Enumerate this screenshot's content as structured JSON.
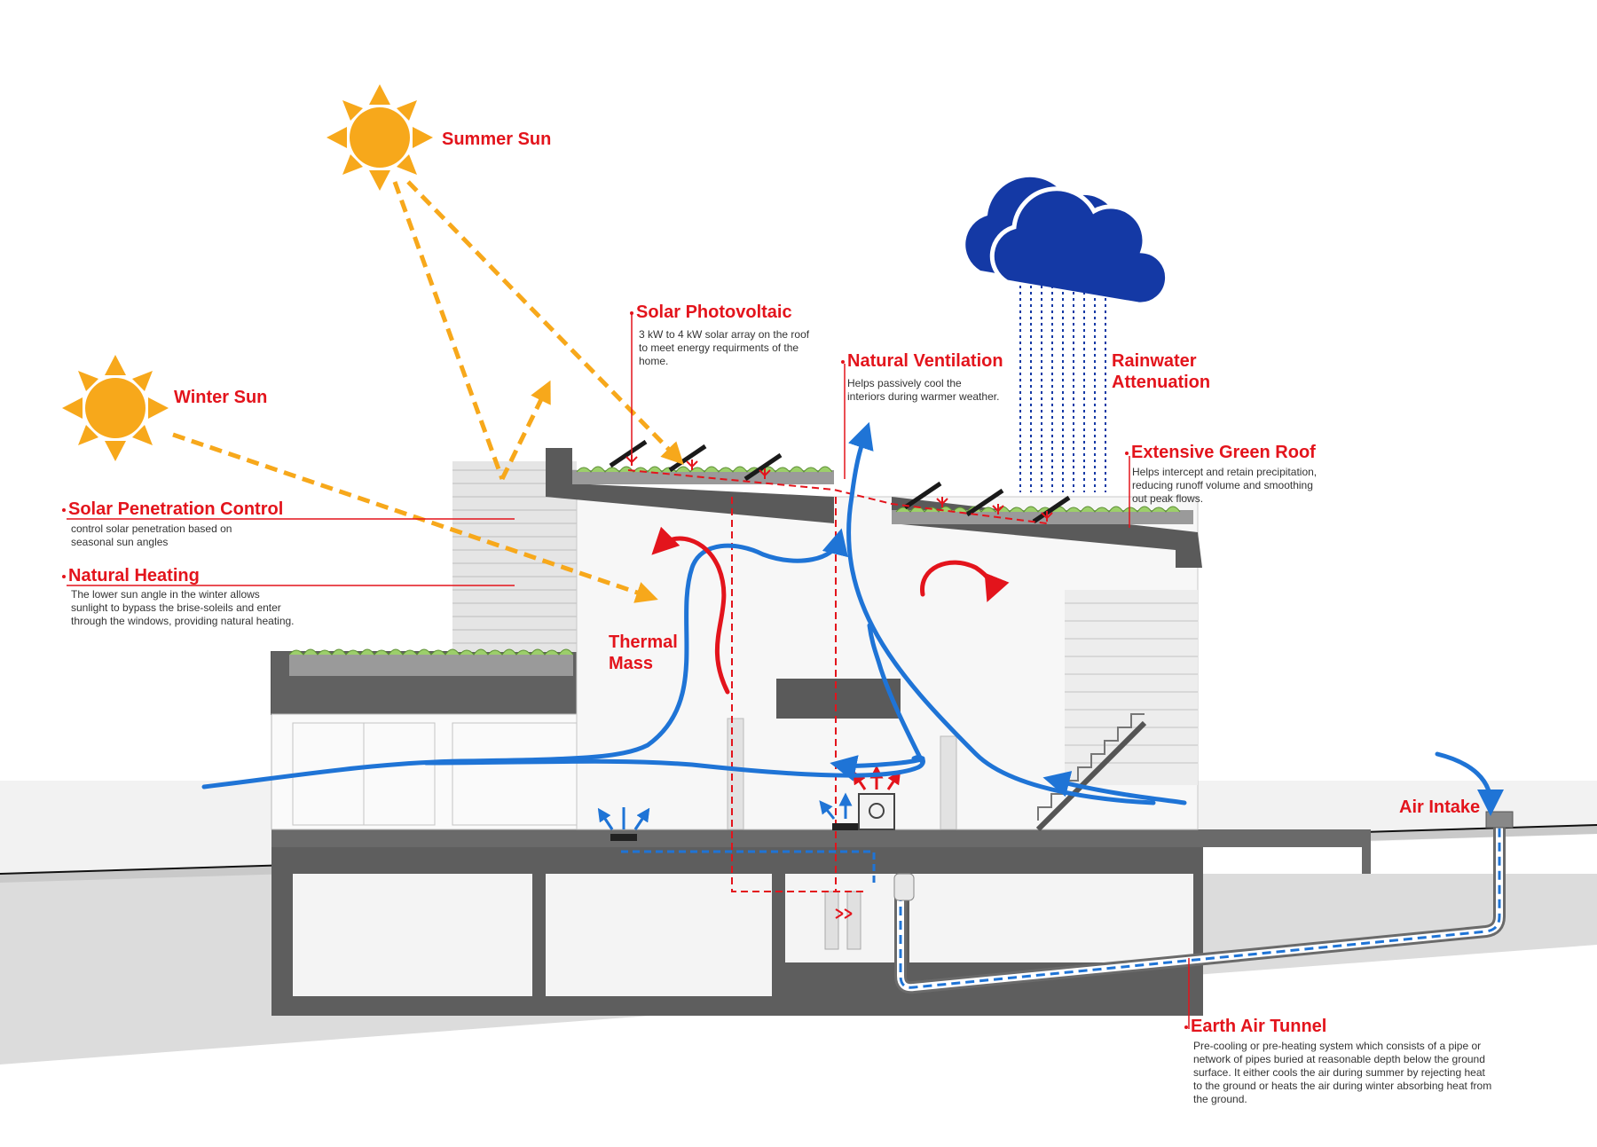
{
  "colors": {
    "label_red": "#e3141c",
    "sun_orange": "#f7a81b",
    "air_blue": "#1f74d6",
    "rain_blue": "#1439a5",
    "wall_gray": "#5a5a5a",
    "ground_gray": "#d9d9d9"
  },
  "icons": {
    "summer_sun": "sun-icon",
    "winter_sun": "sun-icon",
    "cloud": "rain-cloud-icon",
    "fireplace": "fireplace-icon"
  },
  "labels": {
    "summer_sun": "Summer Sun",
    "winter_sun": "Winter Sun",
    "solar_pv": {
      "title": "Solar Photovoltaic",
      "desc_lines": [
        "3 kW to 4 kW solar array on the roof",
        "to meet energy requirments of the",
        "home."
      ]
    },
    "natural_ventilation": {
      "title": "Natural Ventilation",
      "desc_lines": [
        "Helps passively cool the",
        "interiors during warmer weather."
      ]
    },
    "rainwater": {
      "line1": "Rainwater",
      "line2": "Attenuation"
    },
    "green_roof": {
      "title": "Extensive Green Roof",
      "desc_lines": [
        "Helps intercept and retain precipitation,",
        "reducing runoff volume and smoothing",
        "out peak flows."
      ]
    },
    "solar_penetration": {
      "title": "Solar Penetration Control",
      "desc_lines": [
        "control solar penetration based on",
        "seasonal sun angles"
      ]
    },
    "natural_heating": {
      "title": "Natural Heating",
      "desc_lines": [
        "The lower sun angle in the winter allows",
        "sunlight to bypass the brise-soleils and enter",
        "through the windows, providing natural heating."
      ]
    },
    "thermal_mass": {
      "line1": "Thermal",
      "line2": "Mass"
    },
    "air_intake": "Air Intake",
    "earth_air_tunnel": {
      "title": "Earth Air Tunnel",
      "desc_lines": [
        "Pre-cooling or pre-heating system which consists of a pipe or",
        "network of pipes buried at reasonable depth below the ground",
        "surface. It either cools the air during summer by rejecting heat",
        "to the ground or heats the air during winter absorbing heat from",
        "the ground."
      ]
    }
  }
}
